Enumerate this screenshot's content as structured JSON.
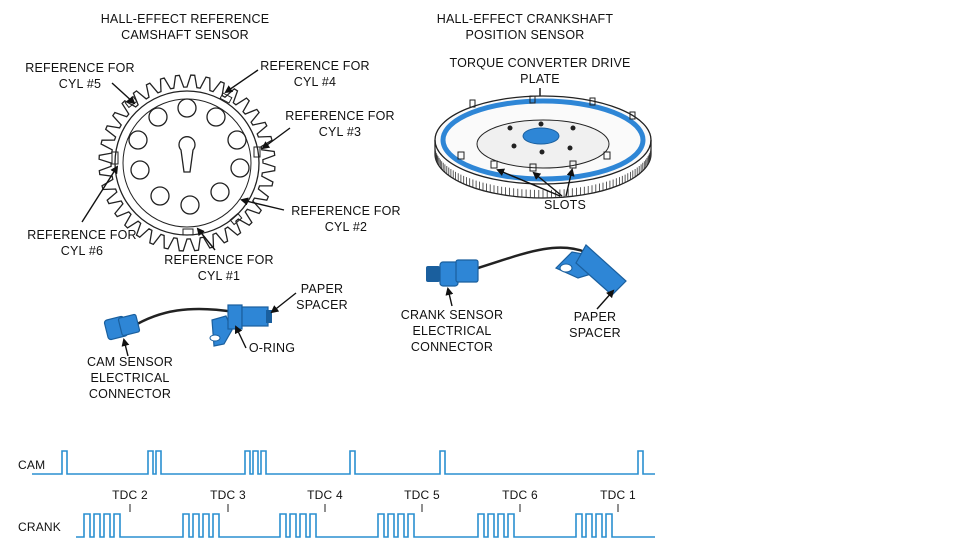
{
  "colors": {
    "sensor_blue": "#2e86d6",
    "sensor_blue_dark": "#1a5f9e",
    "wave_blue": "#2a8fd0",
    "ink": "#111111"
  },
  "cam_sensor": {
    "title_line1": "HALL-EFFECT REFERENCE",
    "title_line2": "CAMSHAFT SENSOR",
    "ref_cyl5_line1": "REFERENCE FOR",
    "ref_cyl5_line2": "CYL #5",
    "ref_cyl4_line1": "REFERENCE FOR",
    "ref_cyl4_line2": "CYL #4",
    "ref_cyl3_line1": "REFERENCE FOR",
    "ref_cyl3_line2": "CYL #3",
    "ref_cyl2_line1": "REFERENCE FOR",
    "ref_cyl2_line2": "CYL #2",
    "ref_cyl6_line1": "REFERENCE FOR",
    "ref_cyl6_line2": "CYL #6",
    "ref_cyl1_line1": "REFERENCE FOR",
    "ref_cyl1_line2": "CYL #1",
    "paper_spacer_line1": "PAPER",
    "paper_spacer_line2": "SPACER",
    "o_ring": "O-RING",
    "connector_line1": "CAM SENSOR",
    "connector_line2": "ELECTRICAL",
    "connector_line3": "CONNECTOR"
  },
  "crank_sensor": {
    "title_line1": "HALL-EFFECT CRANKSHAFT",
    "title_line2": "POSITION SENSOR",
    "plate_line1": "TORQUE CONVERTER DRIVE",
    "plate_line2": "PLATE",
    "slots": "SLOTS",
    "connector_line1": "CRANK SENSOR",
    "connector_line2": "ELECTRICAL",
    "connector_line3": "CONNECTOR",
    "paper_spacer_line1": "PAPER",
    "paper_spacer_line2": "SPACER"
  },
  "waveform": {
    "cam_label": "CAM",
    "crank_label": "CRANK",
    "tdc_labels": [
      "TDC 2",
      "TDC 3",
      "TDC 4",
      "TDC 5",
      "TDC 6",
      "TDC 1"
    ],
    "cam_pulse_counts": [
      1,
      2,
      3,
      1,
      1,
      1
    ],
    "crank_pulses_per_group": 4
  }
}
